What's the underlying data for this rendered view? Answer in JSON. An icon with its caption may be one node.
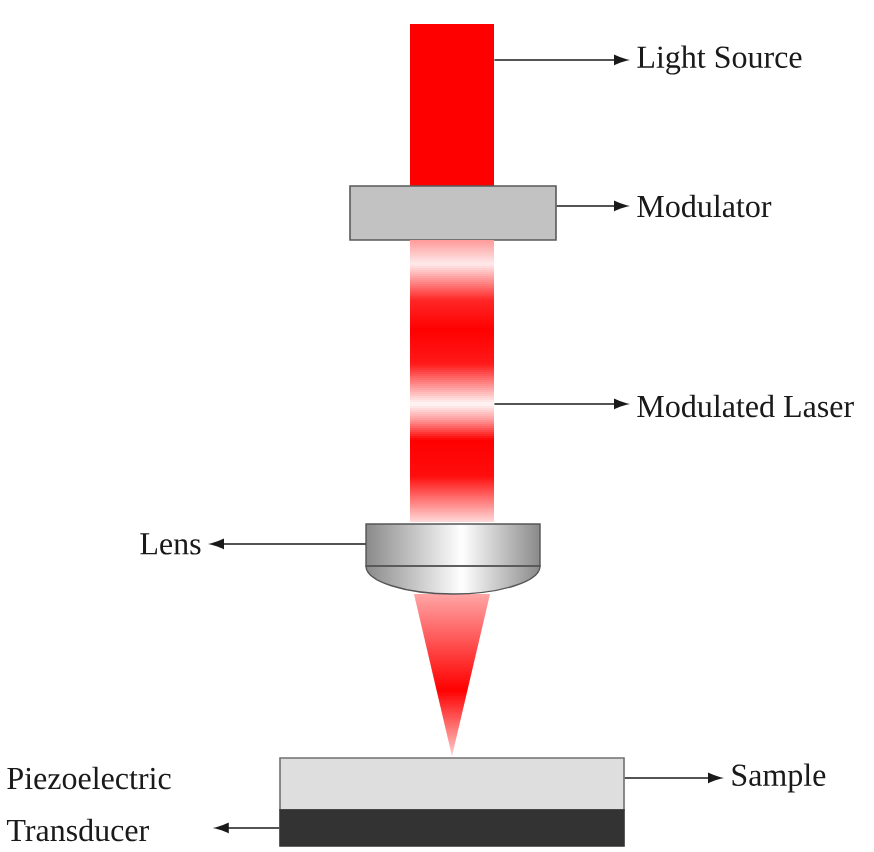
{
  "diagram": {
    "nodes": [
      {
        "text": [],
        "shape": "bar"
      },
      {
        "text": [],
        "shape": "box"
      },
      {
        "text": [],
        "shape": "bar"
      },
      {
        "text": [],
        "shape": "picture"
      },
      {
        "text": [],
        "shape": "box"
      },
      {
        "text": [],
        "shape": "box"
      },
      {
        "text": [
          "Light Source"
        ]
      },
      {
        "text": [
          "Modulator"
        ]
      },
      {
        "text": [
          "Modulated Laser"
        ]
      },
      {
        "text": [
          "Lens"
        ]
      },
      {
        "text": [
          "Sample"
        ]
      },
      {
        "text": [
          "Piezoelectric Transducer"
        ]
      }
    ],
    "edges": [
      {
        "from": 0,
        "to": 6,
        "arrow": "to"
      },
      {
        "from": 1,
        "to": 7,
        "arrow": "to"
      },
      {
        "from": 2,
        "to": 8,
        "arrow": "to"
      },
      {
        "from": 3,
        "to": 9,
        "arrow": "to"
      },
      {
        "from": 4,
        "to": 10,
        "arrow": "to"
      },
      {
        "from": 5,
        "to": 11,
        "arrow": "to"
      }
    ]
  }
}
